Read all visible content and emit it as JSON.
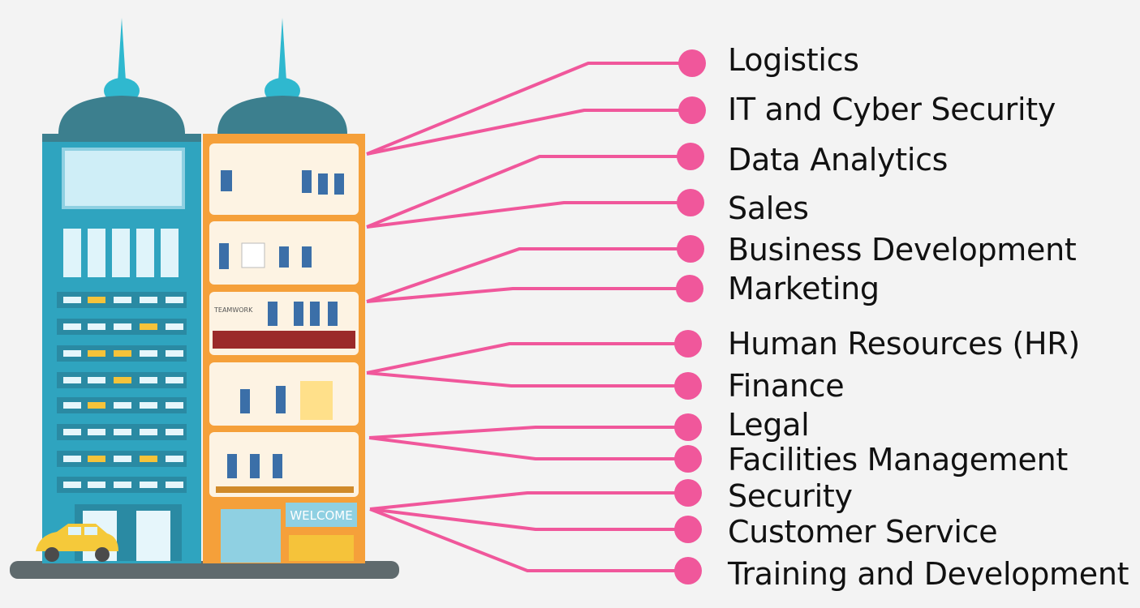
{
  "colors": {
    "connector": "#f0579b",
    "building_teal": "#2fa4bf",
    "building_dark": "#3c7f8e",
    "floors_orange": "#f5a03a",
    "text": "#111111"
  },
  "departments": [
    {
      "label": "Logistics"
    },
    {
      "label": "IT and Cyber Security"
    },
    {
      "label": "Data Analytics"
    },
    {
      "label": "Sales"
    },
    {
      "label": "Business Development"
    },
    {
      "label": "Marketing"
    },
    {
      "label": "Human Resources (HR)"
    },
    {
      "label": "Finance"
    },
    {
      "label": "Legal"
    },
    {
      "label": "Facilities Management"
    },
    {
      "label": "Security"
    },
    {
      "label": "Customer Service"
    },
    {
      "label": "Training and Development"
    }
  ],
  "building": {
    "sign_text": "WELCOME",
    "board_text": "TEAMWORK"
  }
}
